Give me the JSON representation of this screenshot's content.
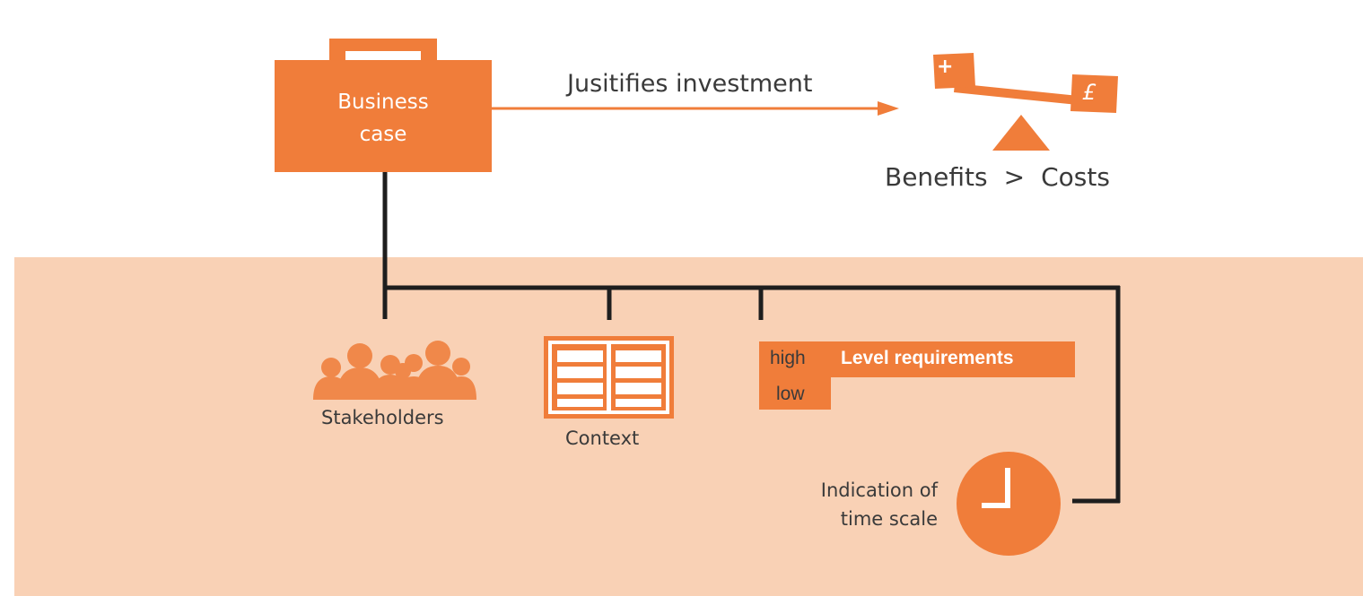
{
  "business_case": {
    "line1": "Business",
    "line2": "case",
    "icon": "briefcase-icon"
  },
  "arrow_label": "Jusitifies investment",
  "balance": {
    "icon": "seesaw-balance-icon",
    "plus_symbol": "+",
    "pound_symbol": "£",
    "benefits": "Benefits",
    "comparator": ">",
    "costs": "Costs"
  },
  "stakeholders": {
    "label": "Stakeholders",
    "icon": "people-group-icon"
  },
  "context": {
    "label": "Context",
    "icon": "document-grid-icon"
  },
  "requirements": {
    "high": "high",
    "low": "low",
    "label": "Level requirements"
  },
  "time_scale": {
    "line1": "Indication of",
    "line2": "time scale",
    "icon": "clock-icon"
  },
  "colors": {
    "orange": "#f07d3a",
    "peach": "#f9d1b5",
    "line": "#1e1e1e",
    "text": "#3a3a3a"
  }
}
